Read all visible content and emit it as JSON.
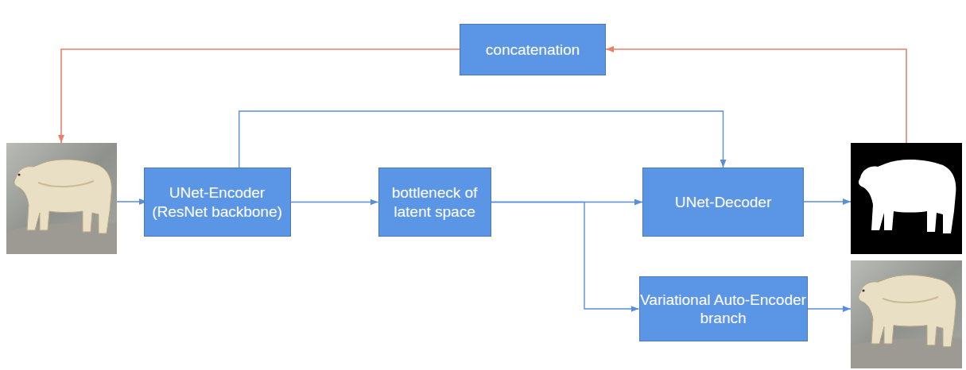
{
  "diagram": {
    "nodes": [
      {
        "text": [
          "concatenation"
        ]
      },
      {
        "text": [
          "UNet-Encoder (ResNet backbone)"
        ]
      },
      {
        "text": [
          "bottleneck of latent space"
        ]
      },
      {
        "text": [
          "UNet-Decoder"
        ]
      },
      {
        "text": [
          "Variational Auto-Encoder branch"
        ]
      }
    ],
    "edges": [
      {
        "from": 1,
        "to": 2,
        "arrow": "to"
      },
      {
        "from": 2,
        "to": 3,
        "arrow": "to"
      },
      {
        "from": 2,
        "to": 4,
        "arrow": "to"
      },
      {
        "from": 1,
        "to": 3,
        "arrow": "to"
      }
    ]
  }
}
